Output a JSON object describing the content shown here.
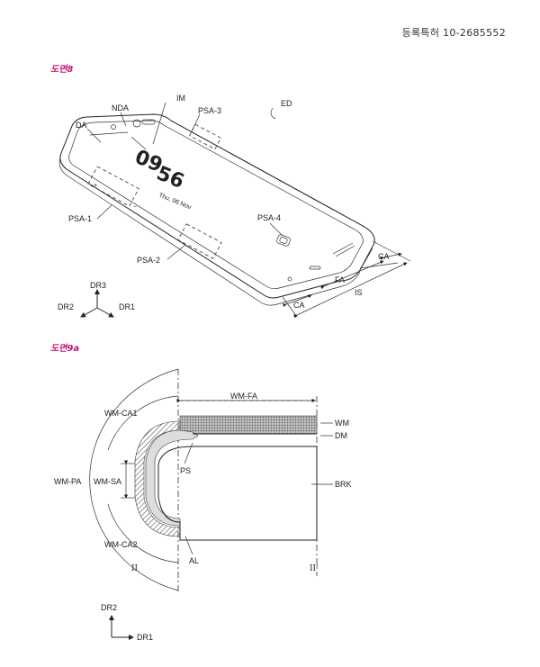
{
  "header": {
    "patent_number": "등록특허 10-2685552"
  },
  "figure8": {
    "label": "도면8",
    "display_time_hour": "09",
    "display_time_min": "56",
    "display_date": "Thu, 06 Nov",
    "callouts": {
      "ed": "ED",
      "im": "IM",
      "nda": "NDA",
      "da": "DA",
      "psa1": "PSA-1",
      "psa2": "PSA-2",
      "psa3": "PSA-3",
      "psa4": "PSA-4",
      "ca_top": "CA",
      "ca_bottom": "CA",
      "fa": "FA",
      "is": "IS"
    },
    "axes": {
      "dr1": "DR1",
      "dr2": "DR2",
      "dr3": "DR3"
    }
  },
  "figure9a": {
    "label": "도면9a",
    "callouts": {
      "wm_fa": "WM-FA",
      "wm_ca1": "WM-CA1",
      "wm_pa": "WM-PA",
      "wm_sa": "WM-SA",
      "wm_ca2": "WM-CA2",
      "wm": "WM",
      "dm": "DM",
      "ps": "PS",
      "brk": "BRK",
      "al": "AL",
      "sec_left": "II",
      "sec_right": "II'"
    },
    "axes": {
      "dr1": "DR1",
      "dr2": "DR2"
    }
  }
}
